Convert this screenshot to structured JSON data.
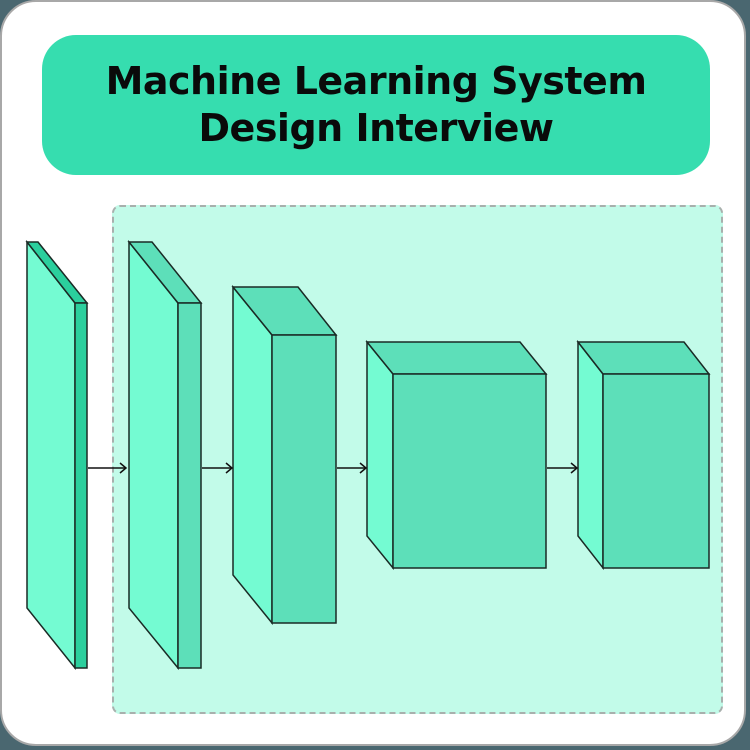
{
  "title": {
    "line1": "Machine Learning System",
    "line2": "Design Interview"
  },
  "colors": {
    "title_bg": "#36ddaf",
    "region_bg": "#c2fbe9",
    "face_light": "#74fbd2",
    "face_mid": "#5ddfb9",
    "face_dark": "#2bcf9d",
    "stroke": "#1a2a25"
  },
  "diagram": {
    "layers": [
      {
        "name": "input-layer",
        "shape": "thin slab"
      },
      {
        "name": "hidden-layer-1",
        "shape": "slab"
      },
      {
        "name": "hidden-layer-2",
        "shape": "tall block"
      },
      {
        "name": "hidden-layer-3",
        "shape": "cube"
      },
      {
        "name": "output-layer",
        "shape": "cube"
      }
    ],
    "arrows": 4
  }
}
